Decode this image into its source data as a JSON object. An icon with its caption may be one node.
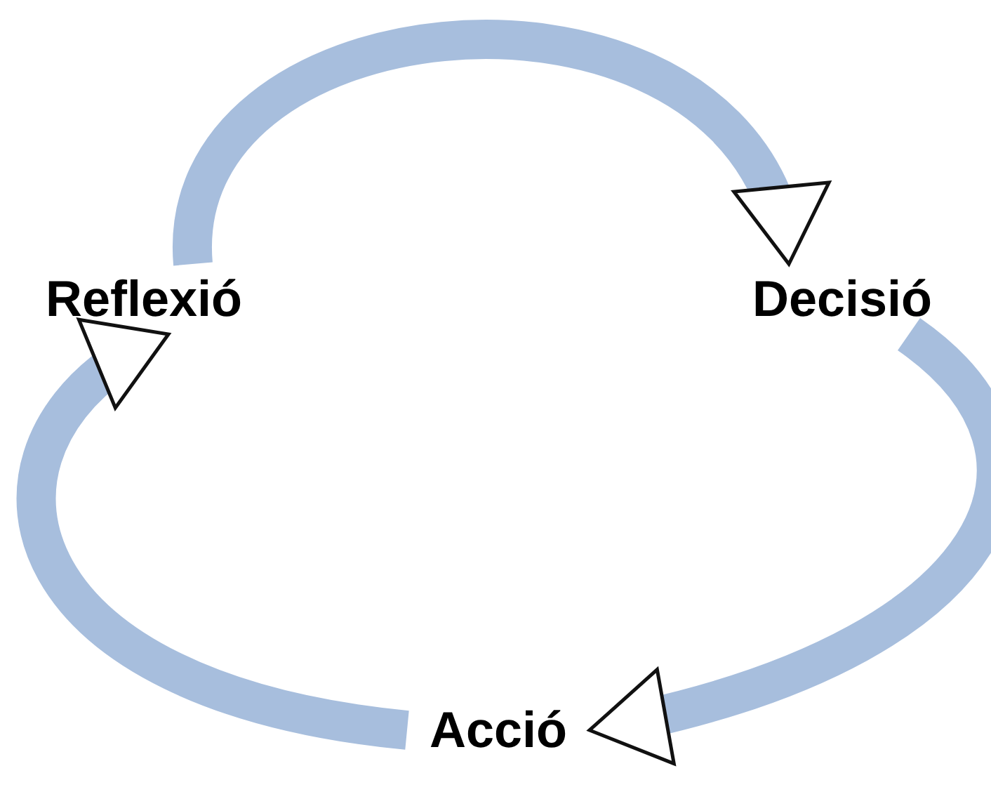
{
  "diagram": {
    "nodes": [
      {
        "text": [
          "Reflexió"
        ]
      },
      {
        "text": [
          "Decisió"
        ]
      },
      {
        "text": [
          "Acció"
        ]
      }
    ],
    "edges": [
      {
        "from": 0,
        "to": 1,
        "arrow": "to"
      },
      {
        "from": 1,
        "to": 2,
        "arrow": "to"
      },
      {
        "from": 2,
        "to": 0,
        "arrow": "to"
      }
    ]
  }
}
